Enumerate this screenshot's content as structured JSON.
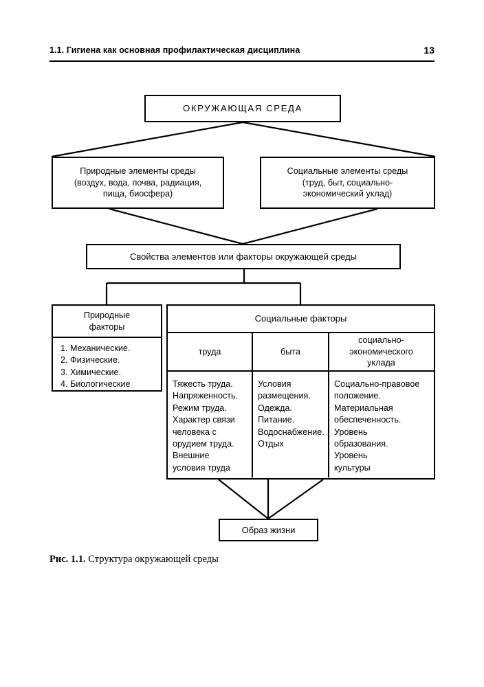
{
  "running_head": {
    "title": "1.1. Гигиена как основная профилактическая дисциплина",
    "page_number": "13"
  },
  "figure": {
    "caption_label": "Рис. 1.1.",
    "caption_text": "Структура окружающей среды",
    "nodes": {
      "environment": "ОКРУЖАЮЩАЯ СРЕДА",
      "natural_elements": "Природные элементы среды\n(воздух, вода, почва, радиация,\nпища, биосфера)",
      "social_elements": "Социальные элементы среды\n(труд, быт, социально-\nэкономический уклад)",
      "properties": "Свойства элементов или факторы окружающей среды",
      "lifestyle": "Образ жизни"
    },
    "natural_factors_table": {
      "header": "Природные\nфакторы",
      "items": "1. Механические.\n2. Физические.\n3. Химические.\n4. Биологические"
    },
    "social_factors_table": {
      "header": "Социальные факторы",
      "columns": [
        {
          "label": "труда",
          "items": "Тяжесть труда.\nНапряженность.\nРежим труда.\nХарактер связи\nчеловека с\nорудием труда.\nВнешние\nусловия труда"
        },
        {
          "label": "быта",
          "items": "Условия\nразмещения.\nОдежда.\nПитание.\nВодоснабжение.\nОтдых"
        },
        {
          "label": "социально-\nэкономического\nуклада",
          "items": "Социально-правовое\nположение.\nМатериальная\nобеспеченность.\nУровень\nобразования.\nУровень\nкультуры"
        }
      ]
    }
  },
  "colors": {
    "ink": "#000000",
    "page": "#ffffff"
  }
}
